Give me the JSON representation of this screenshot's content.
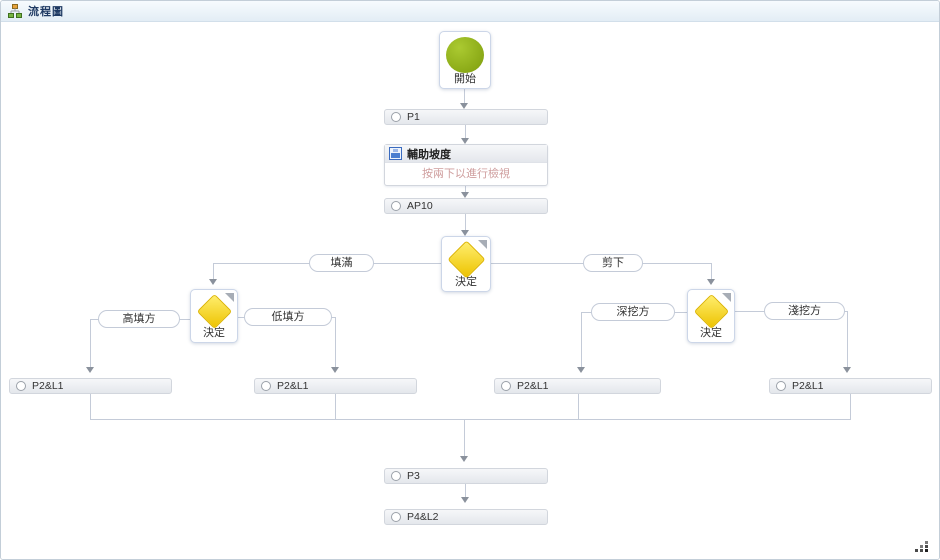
{
  "window": {
    "title": "流程圖"
  },
  "flowchart": {
    "start": {
      "label": "開始"
    },
    "p1": {
      "label": "P1"
    },
    "subflow": {
      "label": "輔助坡度",
      "hint": "按兩下以進行檢視"
    },
    "ap10": {
      "label": "AP10"
    },
    "decision_main": {
      "label": "決定"
    },
    "decision_left": {
      "label": "決定"
    },
    "decision_right": {
      "label": "決定"
    },
    "branch_fill": {
      "label": "填滿"
    },
    "branch_cut": {
      "label": "剪下"
    },
    "branch_high_fill": {
      "label": "高填方"
    },
    "branch_low_fill": {
      "label": "低填方"
    },
    "branch_deep_cut": {
      "label": "深挖方"
    },
    "branch_shallow_cut": {
      "label": "淺挖方"
    },
    "p2l1_a": {
      "label": "P2&L1"
    },
    "p2l1_b": {
      "label": "P2&L1"
    },
    "p2l1_c": {
      "label": "P2&L1"
    },
    "p2l1_d": {
      "label": "P2&L1"
    },
    "p3": {
      "label": "P3"
    },
    "p4l2": {
      "label": "P4&L2"
    }
  },
  "icons": {
    "titlebar": "flowchart-tree-icon",
    "subflow": "subprocess-icon",
    "resize": "resize-grip-icon"
  },
  "colors": {
    "start_node_green": "#8aa812",
    "decision_diamond_yellow": "#f2c500",
    "connector_line": "#c4cbd8",
    "arrow_gray": "#8a919c",
    "hint_pink": "#cf9e9e",
    "titlebar_text": "#1f3a63",
    "bar_background": "#e9ebef"
  }
}
